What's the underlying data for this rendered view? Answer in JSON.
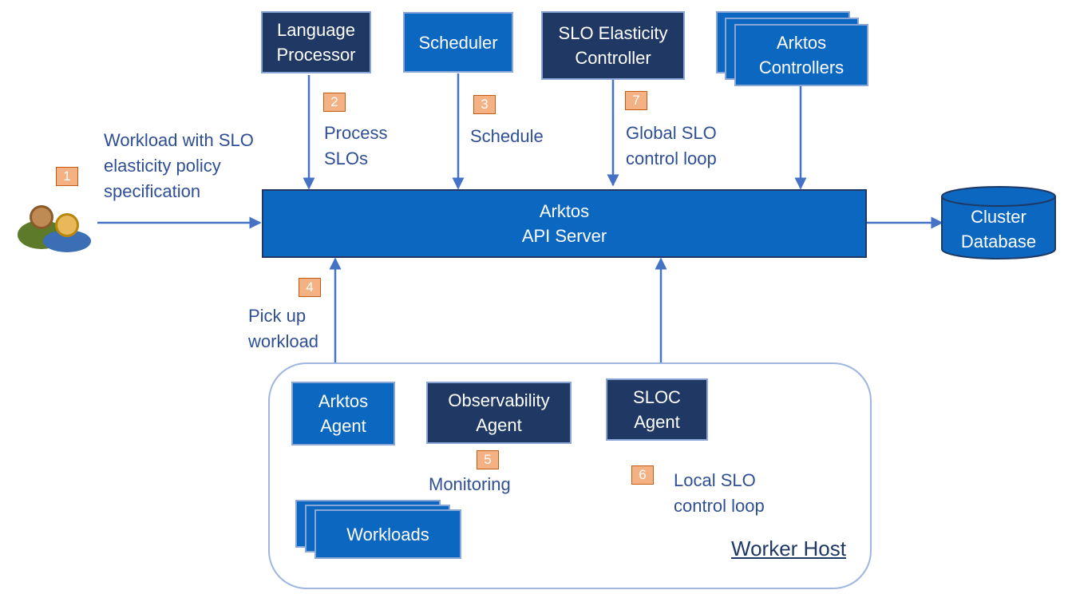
{
  "components": {
    "language_processor": "Language\nProcessor",
    "scheduler": "Scheduler",
    "slo_elasticity_controller": "SLO Elasticity\nController",
    "arktos_controllers": "Arktos\nControllers",
    "api_server": "Arktos\nAPI  Server",
    "cluster_database": "Cluster\nDatabase",
    "arktos_agent": "Arktos\nAgent",
    "observability_agent": "Observability\nAgent",
    "sloc_agent": "SLOC\nAgent",
    "workloads": "Workloads",
    "worker_host": "Worker Host"
  },
  "labels": {
    "workload_spec": "Workload with SLO\nelasticity policy\nspecification",
    "process_slos": "Process\nSLOs",
    "schedule": "Schedule",
    "global_loop": "Global SLO\ncontrol loop",
    "pick_up": "Pick up\nworkload",
    "monitoring": "Monitoring",
    "local_loop": "Local SLO\ncontrol loop"
  },
  "steps": [
    "1",
    "2",
    "3",
    "4",
    "5",
    "6",
    "7"
  ],
  "icons": {
    "users": "users-icon"
  },
  "colors": {
    "dark_box": "#1f3864",
    "blue_box": "#0b67bf",
    "arrow": "#4472c4",
    "label_text": "#2f4f95",
    "badge_fill": "#f4b183",
    "frame": "#9eb6e0"
  }
}
